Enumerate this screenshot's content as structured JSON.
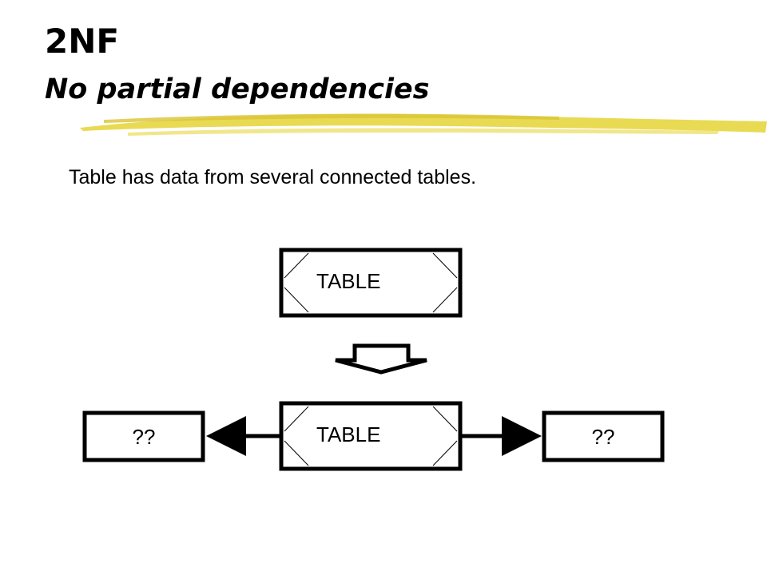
{
  "slide": {
    "title": "2NF",
    "subtitle": "No partial dependencies",
    "body": "Table has data from several connected tables."
  },
  "diagram": {
    "top_table_label": "TABLE",
    "bottom_table_label": "TABLE",
    "left_box_label": "??",
    "right_box_label": "??"
  },
  "colors": {
    "accent_stroke": "#e8d84a",
    "ink": "#000000"
  }
}
